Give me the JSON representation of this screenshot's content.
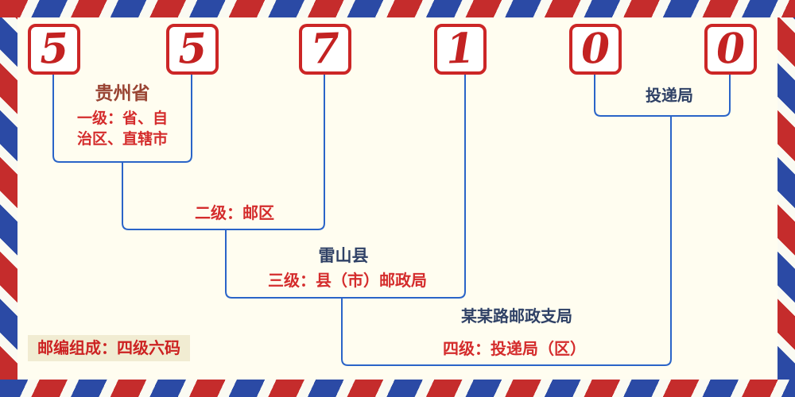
{
  "postal_code": {
    "digits": [
      "5",
      "5",
      "7",
      "1",
      "0",
      "0"
    ]
  },
  "annotations": {
    "province": {
      "name": "贵州省",
      "level_line1": "一级：省、自",
      "level_line2": "治区、直辖市"
    },
    "district": {
      "level": "二级：邮区"
    },
    "county": {
      "name": "雷山县",
      "level": "三级：县（市）邮政局"
    },
    "branch": {
      "name": "某某路邮政支局",
      "level": "四级：投递局（区）"
    },
    "delivery": {
      "name": "投递局"
    },
    "composition": "邮编组成：四级六码"
  },
  "colors": {
    "background": "#fffdf0",
    "digit_red": "#c32222",
    "box_border_red": "#cc2626",
    "line_blue": "#2a64c8",
    "label_red": "#d42c2c",
    "name_navy": "#2f4166",
    "name_brown": "#994433",
    "stripe_red": "#c52c2c",
    "stripe_blue": "#2b4aa5"
  }
}
